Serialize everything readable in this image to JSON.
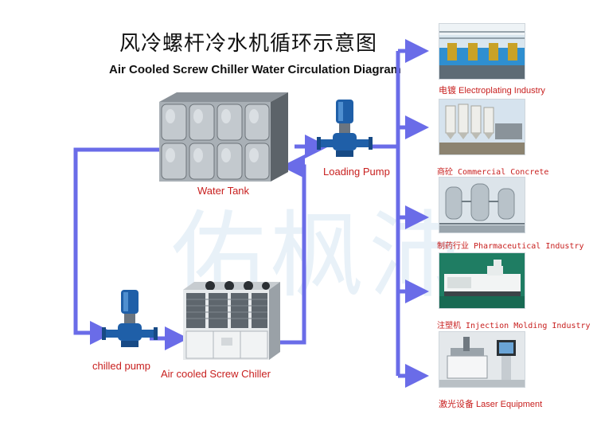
{
  "title_cn": "风冷螺杆冷水机循环示意图",
  "title_en": "Air Cooled Screw Chiller Water Circulation Diagram",
  "nodes": {
    "water_tank": "Water Tank",
    "loading_pump": "Loading Pump",
    "chilled_pump": "chilled pump",
    "chiller": "Air cooled Screw Chiller"
  },
  "industries": [
    "电镀  Electroplating Industry",
    "商砼  Commercial Concrete",
    "制药行业  Pharmaceutical Industry",
    "注塑机  Injection Molding Industry",
    "激光设备 Laser Equipment"
  ],
  "colors": {
    "flow": "#6a6ce8",
    "label": "#c8201f",
    "pump": "#1f5fa8"
  }
}
